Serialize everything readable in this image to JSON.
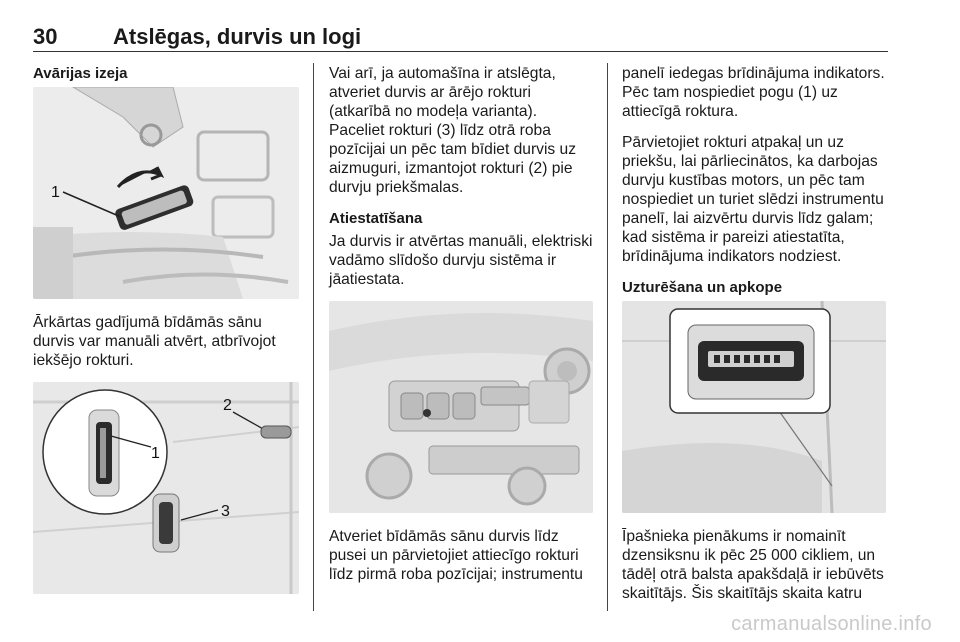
{
  "header": {
    "page_number": "30",
    "chapter_title": "Atslēgas, durvis un logi"
  },
  "col1": {
    "heading": "Avārijas izeja",
    "fig1_callouts": [
      "1"
    ],
    "paragraph": "Ārkārtas gadījumā bīdāmās sānu durvis var manuāli atvērt, atbrīvojot iekšējo rokturi.",
    "fig2_callouts": [
      "2",
      "1",
      "3"
    ]
  },
  "col2": {
    "paragraph1": "Vai arī, ja automašīna ir atslēgta, atveriet durvis ar ārējo rokturi (atkarībā no modeļa varianta). Paceliet rokturi (3) līdz otrā roba pozīcijai un pēc tam bīdiet durvis uz aizmuguri, izmantojot rokturi (2) pie durvju priekšmalas.",
    "heading": "Atiestatīšana",
    "paragraph2": "Ja durvis ir atvērtas manuāli, elektriski vadāmo slīdošo durvju sistēma ir jāatiestata.",
    "paragraph3": "Atveriet bīdāmās sānu durvis līdz pusei un pārvietojiet attiecīgo rokturi līdz pirmā roba pozīcijai; instrumentu"
  },
  "col3": {
    "paragraph1": "panelī iedegas brīdinājuma indikators. Pēc tam nospiediet pogu (1) uz attiecīgā roktura.",
    "paragraph2": "Pārvietojiet rokturi atpakaļ un uz priekšu, lai pārliecinātos, ka darbojas durvju kustības motors, un pēc tam nospiediet un turiet slēdzi instrumentu panelī, lai aizvērtu durvis līdz galam; kad sistēma ir pareizi atiestatīta, brīdinājuma indikators nodziest.",
    "heading": "Uzturēšana un apkope",
    "paragraph3": "Īpašnieka pienākums ir nomainīt dzensiksnu ik pēc 25 000 cikliem, un tādēļ otrā balsta apakšdaļā ir iebūvēts skaitītājs. Šis skaitītājs skaita katru"
  },
  "footer": {
    "watermark": "carmanualsonline.info"
  }
}
